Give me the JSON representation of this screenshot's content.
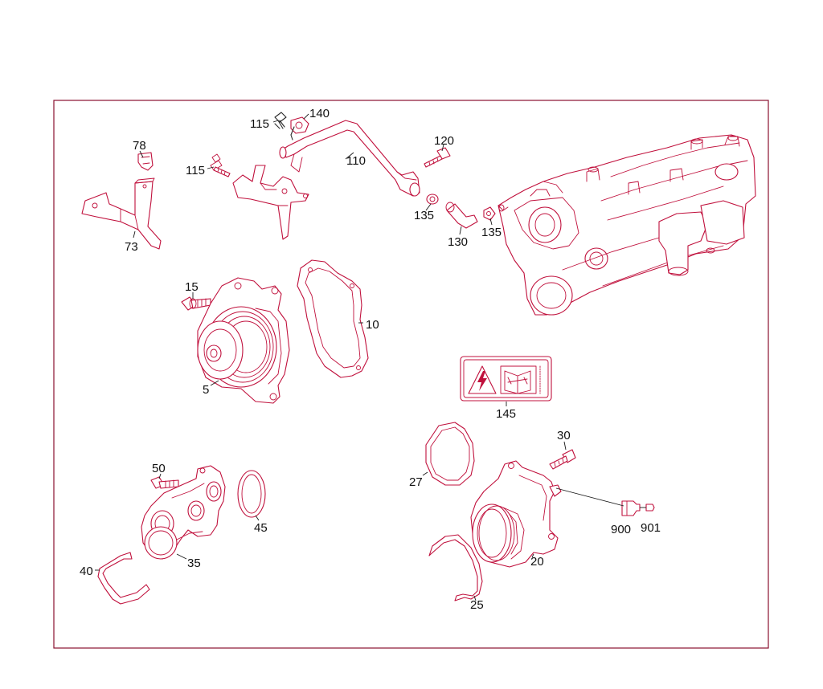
{
  "diagram": {
    "accent_color": "#c0103c",
    "frame_color": "#8a1030",
    "callouts": {
      "c78": "78",
      "c73": "73",
      "c115a": "115",
      "c115b": "115",
      "c140": "140",
      "c110": "110",
      "c120": "120",
      "c135a": "135",
      "c130": "130",
      "c135b": "135",
      "c15": "15",
      "c10": "10",
      "c5": "5",
      "c145": "145",
      "c30": "30",
      "c27": "27",
      "c50": "50",
      "c45": "45",
      "c35": "35",
      "c40": "40",
      "c900": "900",
      "c901": "901",
      "c20": "20",
      "c25": "25"
    },
    "icons": [
      "high-voltage-warning-icon",
      "wrench-manual-icon"
    ]
  }
}
